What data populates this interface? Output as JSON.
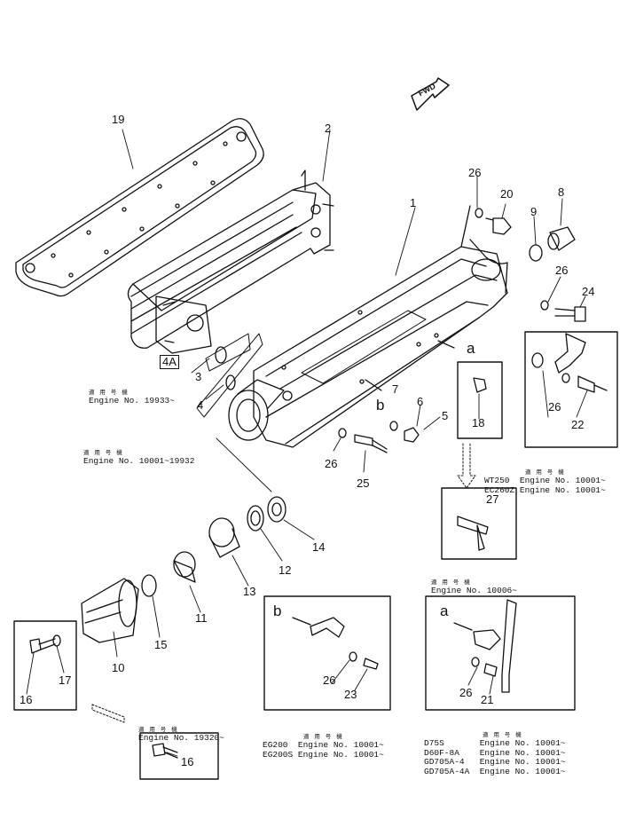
{
  "fwd": "FWD",
  "part_numbers": {
    "p1": "1",
    "p2": "2",
    "p3": "3",
    "p4": "4",
    "p4A": "4A",
    "p5": "5",
    "p6": "6",
    "p7": "7",
    "p8": "8",
    "p9": "9",
    "p10": "10",
    "p11": "11",
    "p12": "12",
    "p13": "13",
    "p14": "14",
    "p15": "15",
    "p16a": "16",
    "p16b": "16",
    "p17": "17",
    "p18": "18",
    "p19": "19",
    "p20": "20",
    "p21": "21",
    "p22": "22",
    "p23": "23",
    "p24": "24",
    "p25": "25",
    "p26a": "26",
    "p26b": "26",
    "p26c": "26",
    "p26d": "26",
    "p26e": "26",
    "p26f": "26",
    "p27": "27",
    "pa1": "a",
    "pa2": "a",
    "pb1": "b",
    "pb2": "b"
  },
  "captions": {
    "engine_19933": {
      "jp": "適 用 号 機",
      "line": "Engine No. 19933~"
    },
    "engine_10001_19932": {
      "jp": "適 用 号 機",
      "line": "Engine No. 10001~19932"
    },
    "engine_19320": {
      "jp": "適 用 号 機",
      "line": "Engine No. 19320~"
    },
    "engine_10006": {
      "jp": "適 用 号 機",
      "line": "Engine No. 10006~"
    },
    "wt250_box": {
      "jp": "適 用 号 機",
      "rows": [
        "WT250  Engine No. 10001~",
        "EC260Z Engine No. 10001~"
      ]
    },
    "eg200_box": {
      "jp": "適 用 号 機",
      "rows": [
        "EG200  Engine No. 10001~",
        "EG200S Engine No. 10001~"
      ]
    },
    "d75s_box": {
      "jp": "適 用 号 機",
      "rows": [
        "D75S       Engine No. 10001~",
        "D60F-8A    Engine No. 10001~",
        "GD705A-4   Engine No. 10001~",
        "GD705A-4A  Engine No. 10001~"
      ]
    }
  }
}
